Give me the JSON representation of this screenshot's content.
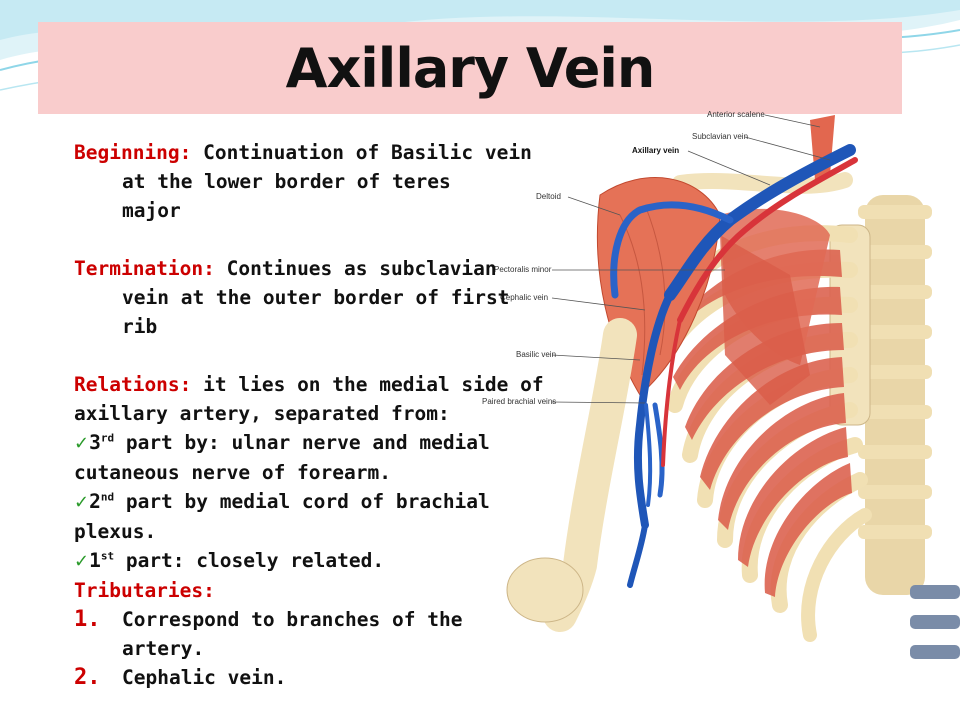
{
  "title": "Axillary Vein",
  "beginning": {
    "label": "Beginning:",
    "line1": " Continuation of Basilic vein",
    "line2": "at the lower border of teres",
    "line3": "major"
  },
  "termination": {
    "label": "Termination:",
    "line1": " Continues as subclavian",
    "line2": "vein at the outer border of first",
    "line3": "rib"
  },
  "relations": {
    "label": "Relations:",
    "line1": " it lies on the medial side of",
    "line2": "axillary artery, separated from:",
    "item1_num": "3",
    "item1_sup": "rd",
    "item1_a": " part by: ulnar nerve and medial",
    "item1_b": "cutaneous nerve of forearm.",
    "item2_num": "2",
    "item2_sup": "nd",
    "item2_a": " part by medial cord of brachial",
    "item2_b": "plexus.",
    "item3_num": "1",
    "item3_sup": "st",
    "item3_a": " part: closely related."
  },
  "tributaries": {
    "label": "Tributaries:",
    "items": [
      {
        "num": "1.",
        "line1": "Correspond to branches of the",
        "line2": "artery."
      },
      {
        "num": "2.",
        "line1": "Cephalic vein.",
        "line2": ""
      }
    ]
  },
  "figure_labels": {
    "anterior_scalene": "Anterior scalene",
    "subclavian_vein": "Subclavian vein",
    "axillary_vein": "Axillary vein",
    "deltoid": "Deltoid",
    "pectoralis_minor": "Pectoralis minor",
    "cephalic_vein": "Cephalic vein",
    "basilic_vein": "Basilic vein",
    "paired_brachial_veins": "Paired brachial veins"
  },
  "colors": {
    "title_bg": "#f9cccc",
    "label_red": "#cc0000",
    "check_green": "#2a9a2a",
    "vein_blue": "#1f56b8",
    "muscle_red": "#e26a52",
    "bone": "#f2e3bc",
    "wave_teal": "#7fd3e6"
  }
}
